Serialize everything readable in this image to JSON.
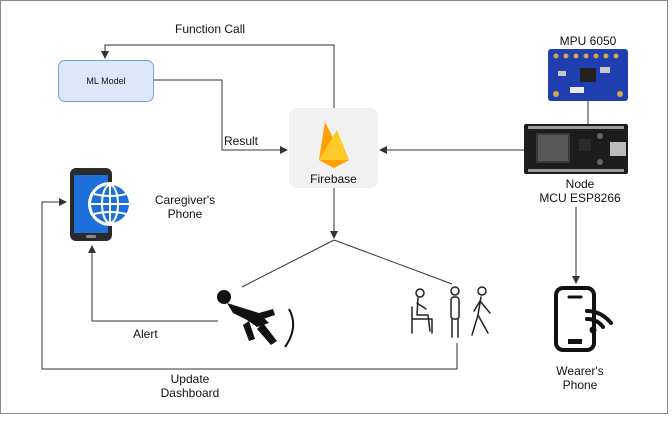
{
  "labels": {
    "function_call": "Function Call",
    "ml_model": "ML Model",
    "result": "Result",
    "firebase": "Firebase",
    "mpu": "MPU 6050",
    "node_line1": "Node",
    "node_line2": "MCU ESP8266",
    "caregiver_line1": "Caregiver's",
    "caregiver_line2": "Phone",
    "alert": "Alert",
    "update_line1": "Update",
    "update_line2": "Dashboard",
    "wearer_line1": "Wearer's",
    "wearer_line2": "Phone"
  },
  "colors": {
    "arrow": "#333333",
    "ml_box_fill": "#dbe8fb",
    "ml_box_border": "#7d9fd3",
    "firebase_yellow": "#ffca28",
    "firebase_orange": "#f57c00",
    "sensor_board": "#1f3fb0",
    "phone_blue": "#1e6fd9"
  },
  "icons": {
    "firebase": "firebase-flame-icon",
    "mpu": "mpu6050-board-icon",
    "node": "esp8266-board-icon",
    "caregiver": "smartphone-globe-icon",
    "fall": "falling-person-icon",
    "adl": "sitting-standing-walking-icon",
    "wearer": "smartphone-wifi-icon"
  }
}
